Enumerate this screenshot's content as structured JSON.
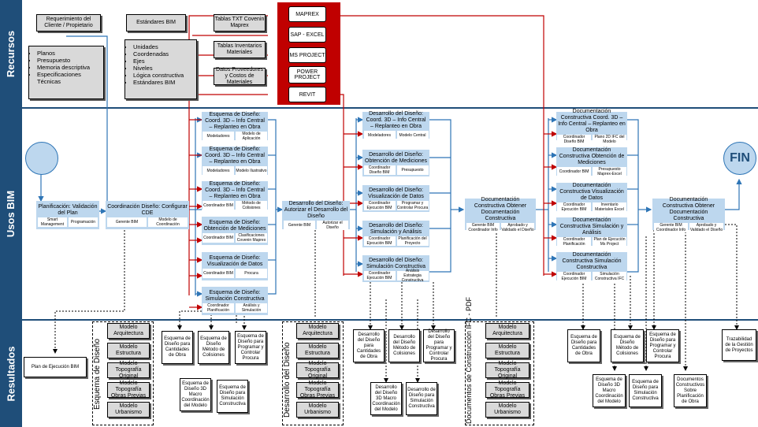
{
  "lanes": {
    "recursos": "Recursos",
    "usos": "Usos BIM",
    "resultados": "Resultados"
  },
  "resources": {
    "requerimiento": "Requerimiento del Cliente / Propietario",
    "docs_list": [
      "Planos",
      "Presupuesto",
      "Memoria descriptiva",
      "Especificaciones Técnicas"
    ],
    "estandares": "Estándares BIM",
    "estandares_list": [
      "Unidades",
      "Coordenadas",
      "Ejes",
      "Niveles",
      "Lógica constructiva",
      "Estándares BIM"
    ],
    "tablas_txt": "Tablas TXT Covenin Maprex",
    "tablas_inv": "Tablas Inventarios Materiales",
    "datos_prov": "Datos Proveedores y Costos de Materiales",
    "software": [
      "MAPREX",
      "SAP - EXCEL",
      "MS PROJECT",
      "POWER PROJECT",
      "REVIT"
    ]
  },
  "start_end": {
    "end": "FIN"
  },
  "process": {
    "planificacion": {
      "title": "Planificación: Validación del Plan",
      "subs": [
        "Smart Management",
        "Programación"
      ]
    },
    "coordinacion": {
      "title": "Coordinación Diseño: Configurar CDE",
      "subs": [
        "Gerente BIM",
        "Modelo de Coordinación"
      ]
    },
    "esquema": [
      {
        "title": "Esquema de Diseño: Coord. 3D – Info Central – Replanteo en Obra",
        "subs": [
          "Modeladores",
          "Modelo de Aplicación"
        ]
      },
      {
        "title": "Esquema de Diseño: Coord. 3D – Info Central – Replanteo en Obra",
        "subs": [
          "Modeladores",
          "Modelo Ilustrativo"
        ]
      },
      {
        "title": "Esquema de Diseño: Coord. 3D – Info Central – Replanteo en Obra",
        "subs": [
          "Coordinador BIM",
          "Método de Colisiones"
        ]
      },
      {
        "title": "Esquema de Diseño: Obtención de Mediciones",
        "subs": [
          "Coordinador BIM",
          "Clasificaciones Covenin Maprex"
        ]
      },
      {
        "title": "Esquema de Diseño: Visualización de Datos",
        "subs": [
          "Coordinador BIM",
          "Procura"
        ]
      },
      {
        "title": "Esquema de Diseño: Simulación Constructiva",
        "subs": [
          "Coordinador Planificación",
          "Análisis y Simulación"
        ]
      }
    ],
    "desarrollo_main": {
      "title": "Desarrollo del Diseño: Autorizar el Desarrollo del Diseño",
      "subs": [
        "Gerente BIM",
        "Autorizar el Diseño"
      ]
    },
    "desarrollo": [
      {
        "title": "Desarrollo del Diseño: Coord. 3D – Info Central – Replanteo en Obra",
        "subs": [
          "Modeladores",
          "Modelo Central"
        ]
      },
      {
        "title": "Desarrollo del Diseño: Obtención de Mediciones",
        "subs": [
          "Coordinador Diseño BIM",
          "Presupuesto"
        ]
      },
      {
        "title": "Desarrollo del Diseño: Visualización de Datos",
        "subs": [
          "Coordinador Ejecución BIM",
          "Programar y Controlar Procura"
        ]
      },
      {
        "title": "Desarrollo del Diseño: Simulación y Análisis",
        "subs": [
          "Coordinador Ejecución BIM",
          "Planificación del Proyecto"
        ]
      },
      {
        "title": "Desarrollo del Diseño: Simulación Constructiva",
        "subs": [
          "Coordinador Ejecución BIM",
          "Análisis Estrategia Constructiva"
        ]
      }
    ],
    "doc_main": {
      "title": "Documentación Constructiva Obtener Documentación Constructiva",
      "subs": [
        "Gerente BIM Coordinador Info",
        "Aprobado y Validado el Diseño"
      ]
    },
    "doc": [
      {
        "title": "Documentación Constructiva Coord. 3D – Info Central – Replanteo en Obra",
        "subs": [
          "Coordinador Diseño BIM",
          "Plano 2D IFC del Modelo"
        ]
      },
      {
        "title": "Documentación Constructiva Obtención de Mediciones",
        "subs": [
          "Coordinador BIM",
          "Presupuesto Maprex-Excel"
        ]
      },
      {
        "title": "Documentación Constructiva Visualización de Datos",
        "subs": [
          "Coordinador Ejecución BIM",
          "Inventario Materiales Excel"
        ]
      },
      {
        "title": "Documentación Constructiva Simulación y Análisis",
        "subs": [
          "Coordinador Planificación",
          "Plan de Ejecución Ms Project"
        ]
      },
      {
        "title": "Documentación Constructiva Simulación Constructiva",
        "subs": [
          "Coordinador Ejecución BIM",
          "Simulación Constructiva IFC"
        ]
      }
    ],
    "doc_final": {
      "title": "Documentación Constructiva Obtener Documentación Constructiva",
      "subs": [
        "Gerente BIM Coordinador Info",
        "Aprobado y Validado el Diseño"
      ]
    }
  },
  "results": {
    "plan_ejecucion": "Plan de Ejecución BIM",
    "group1_title": "Esquema de Diseño",
    "group2_title": "Desarrollo del Diseño",
    "group3_title": "Documentos de Construcción IFC - PDF",
    "models": [
      "Modelo Arquitectura",
      "Modelo Estructura",
      "Modelo Topografía Original",
      "Modelo Topografía Obras Previas",
      "Modelo Urbanismo"
    ],
    "docs_esquema": [
      "Esquema de Diseño para Cantidades de Obra",
      "Esquema de Diseño Método de Colisiones",
      "Esquema de Diseño para Programar y Controlar Procura",
      "Esquema de Diseño 3D Macro Coordinación del Modelo",
      "Esquema de Diseño para Simulación Constructiva"
    ],
    "docs_desarrollo": [
      "Desarrollo del Diseño para Cantidades de Obra",
      "Desarrollo del Diseño Método de Colisiones",
      "Desarrollo del Diseño para Programar y Controlar Procura",
      "Desarrollo del Diseño 3D Macro Coordinación del Modelo",
      "Desarrollo de Diseño para Simulación Constructiva"
    ],
    "docs_final": [
      "Esquema de Diseño para Cantidades de Obra",
      "Esquema de Diseño Método de Colisiones",
      "Esquema de Diseño para Programar y Controlar Procura",
      "Esquema de Diseño 3D Macro Coordinación del Modelo",
      "Esquema de Diseño para Simulación Constructiva",
      "Documentos Constructivos Sobre Planificación de Obra"
    ],
    "trazabilidad": "Trazabilidad de la Gestión de Proyectos"
  }
}
